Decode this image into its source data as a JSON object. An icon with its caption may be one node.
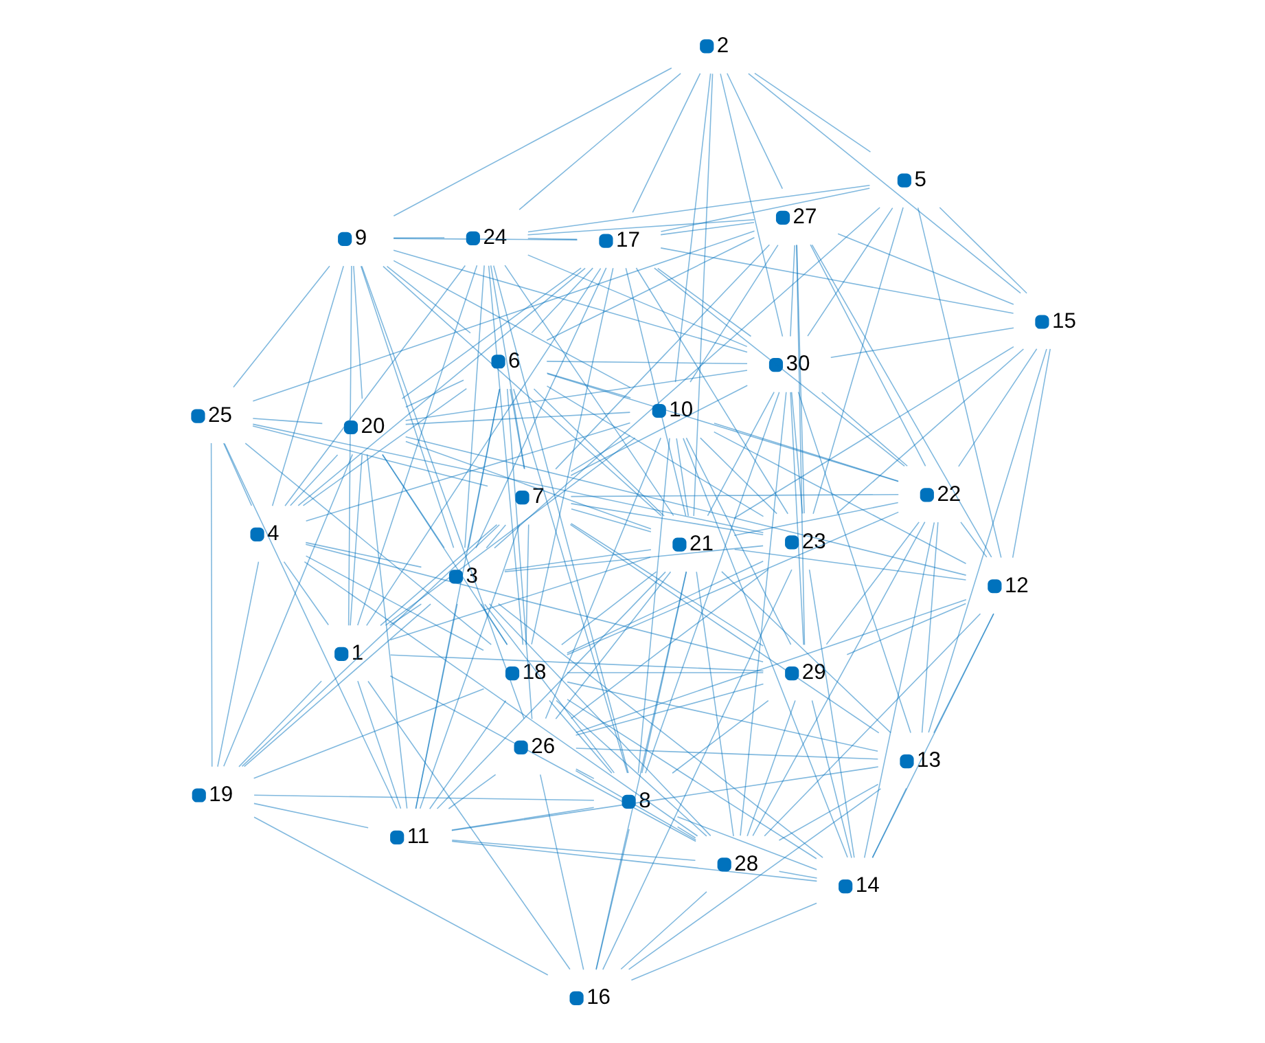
{
  "diagram": {
    "nodes": [
      {
        "text": [
          "1"
        ]
      },
      {
        "text": [
          "2"
        ]
      },
      {
        "text": [
          "3"
        ]
      },
      {
        "text": [
          "4"
        ]
      },
      {
        "text": [
          "5"
        ]
      },
      {
        "text": [
          "6"
        ]
      },
      {
        "text": [
          "7"
        ]
      },
      {
        "text": [
          "8"
        ]
      },
      {
        "text": [
          "9"
        ]
      },
      {
        "text": [
          "10"
        ]
      },
      {
        "text": [
          "11"
        ]
      },
      {
        "text": [
          "12"
        ]
      },
      {
        "text": [
          "13"
        ]
      },
      {
        "text": [
          "14"
        ]
      },
      {
        "text": [
          "15"
        ]
      },
      {
        "text": [
          "16"
        ]
      },
      {
        "text": [
          "17"
        ]
      },
      {
        "text": [
          "18"
        ]
      },
      {
        "text": [
          "19"
        ]
      },
      {
        "text": [
          "20"
        ]
      },
      {
        "text": [
          "21"
        ]
      },
      {
        "text": [
          "22"
        ]
      },
      {
        "text": [
          "23"
        ]
      },
      {
        "text": [
          "24"
        ]
      },
      {
        "text": [
          "25"
        ]
      },
      {
        "text": [
          "26"
        ]
      },
      {
        "text": [
          "27"
        ]
      },
      {
        "text": [
          "28"
        ]
      },
      {
        "text": [
          "29"
        ]
      },
      {
        "text": [
          "30"
        ]
      }
    ],
    "edges": [
      {
        "from": 12,
        "to": 21,
        "arrow": "none"
      },
      {
        "from": 12,
        "to": 11,
        "arrow": "none"
      },
      {
        "from": 12,
        "to": 14,
        "arrow": "none"
      },
      {
        "from": 12,
        "to": 13,
        "arrow": "none"
      },
      {
        "from": 12,
        "to": 15,
        "arrow": "none"
      },
      {
        "from": 12,
        "to": 27,
        "arrow": "none"
      },
      {
        "from": 12,
        "to": 10,
        "arrow": "none"
      },
      {
        "from": 12,
        "to": 6,
        "arrow": "none"
      },
      {
        "from": 12,
        "to": 20,
        "arrow": "none"
      },
      {
        "from": 12,
        "to": 29,
        "arrow": "none"
      },
      {
        "from": 12,
        "to": 17,
        "arrow": "none"
      },
      {
        "from": 12,
        "to": 25,
        "arrow": "none"
      },
      {
        "from": 21,
        "to": 11,
        "arrow": "none"
      },
      {
        "from": 21,
        "to": 14,
        "arrow": "none"
      },
      {
        "from": 21,
        "to": 28,
        "arrow": "none"
      },
      {
        "from": 21,
        "to": 9,
        "arrow": "none"
      },
      {
        "from": 21,
        "to": 26,
        "arrow": "none"
      },
      {
        "from": 21,
        "to": 20,
        "arrow": "none"
      },
      {
        "from": 21,
        "to": 6,
        "arrow": "none"
      },
      {
        "from": 21,
        "to": 5,
        "arrow": "none"
      },
      {
        "from": 21,
        "to": 17,
        "arrow": "none"
      },
      {
        "from": 21,
        "to": 16,
        "arrow": "none"
      },
      {
        "from": 21,
        "to": 13,
        "arrow": "none"
      },
      {
        "from": 21,
        "to": 27,
        "arrow": "none"
      },
      {
        "from": 21,
        "to": 29,
        "arrow": "none"
      },
      {
        "from": 11,
        "to": 14,
        "arrow": "none"
      },
      {
        "from": 11,
        "to": 9,
        "arrow": "none"
      },
      {
        "from": 11,
        "to": 20,
        "arrow": "none"
      },
      {
        "from": 11,
        "to": 19,
        "arrow": "none"
      },
      {
        "from": 11,
        "to": 25,
        "arrow": "none"
      },
      {
        "from": 11,
        "to": 27,
        "arrow": "none"
      },
      {
        "from": 11,
        "to": 13,
        "arrow": "none"
      },
      {
        "from": 11,
        "to": 26,
        "arrow": "none"
      },
      {
        "from": 11,
        "to": 4,
        "arrow": "none"
      },
      {
        "from": 11,
        "to": 28,
        "arrow": "none"
      },
      {
        "from": 14,
        "to": 1,
        "arrow": "none"
      },
      {
        "from": 14,
        "to": 4,
        "arrow": "none"
      },
      {
        "from": 14,
        "to": 26,
        "arrow": "none"
      },
      {
        "from": 14,
        "to": 20,
        "arrow": "none"
      },
      {
        "from": 14,
        "to": 22,
        "arrow": "none"
      },
      {
        "from": 14,
        "to": 29,
        "arrow": "none"
      },
      {
        "from": 14,
        "to": 16,
        "arrow": "none"
      },
      {
        "from": 28,
        "to": 13,
        "arrow": "none"
      },
      {
        "from": 28,
        "to": 25,
        "arrow": "none"
      },
      {
        "from": 28,
        "to": 27,
        "arrow": "none"
      },
      {
        "from": 28,
        "to": 6,
        "arrow": "none"
      },
      {
        "from": 28,
        "to": 17,
        "arrow": "none"
      },
      {
        "from": 28,
        "to": 3,
        "arrow": "none"
      },
      {
        "from": 28,
        "to": 9,
        "arrow": "none"
      },
      {
        "from": 28,
        "to": 0,
        "arrow": "none"
      },
      {
        "from": 28,
        "to": 26,
        "arrow": "none"
      },
      {
        "from": 28,
        "to": 29,
        "arrow": "none"
      },
      {
        "from": 28,
        "to": 7,
        "arrow": "none"
      },
      {
        "from": 13,
        "to": 9,
        "arrow": "none"
      },
      {
        "from": 13,
        "to": 22,
        "arrow": "none"
      },
      {
        "from": 13,
        "to": 15,
        "arrow": "none"
      },
      {
        "from": 13,
        "to": 27,
        "arrow": "none"
      },
      {
        "from": 13,
        "to": 10,
        "arrow": "none"
      },
      {
        "from": 13,
        "to": 17,
        "arrow": "none"
      },
      {
        "from": 13,
        "to": 7,
        "arrow": "none"
      },
      {
        "from": 13,
        "to": 2,
        "arrow": "none"
      },
      {
        "from": 15,
        "to": 25,
        "arrow": "none"
      },
      {
        "from": 15,
        "to": 22,
        "arrow": "none"
      },
      {
        "from": 15,
        "to": 27,
        "arrow": "none"
      },
      {
        "from": 15,
        "to": 18,
        "arrow": "none"
      },
      {
        "from": 15,
        "to": 7,
        "arrow": "none"
      },
      {
        "from": 15,
        "to": 0,
        "arrow": "none"
      },
      {
        "from": 15,
        "to": 20,
        "arrow": "none"
      },
      {
        "from": 25,
        "to": 27,
        "arrow": "none"
      },
      {
        "from": 25,
        "to": 22,
        "arrow": "none"
      },
      {
        "from": 25,
        "to": 9,
        "arrow": "none"
      },
      {
        "from": 25,
        "to": 7,
        "arrow": "none"
      },
      {
        "from": 25,
        "to": 10,
        "arrow": "none"
      },
      {
        "from": 25,
        "to": 5,
        "arrow": "none"
      },
      {
        "from": 25,
        "to": 8,
        "arrow": "none"
      },
      {
        "from": 25,
        "to": 20,
        "arrow": "none"
      },
      {
        "from": 22,
        "to": 6,
        "arrow": "none"
      },
      {
        "from": 22,
        "to": 5,
        "arrow": "none"
      },
      {
        "from": 22,
        "to": 2,
        "arrow": "none"
      },
      {
        "from": 22,
        "to": 24,
        "arrow": "none"
      },
      {
        "from": 22,
        "to": 17,
        "arrow": "none"
      },
      {
        "from": 22,
        "to": 29,
        "arrow": "none"
      },
      {
        "from": 22,
        "to": 4,
        "arrow": "none"
      },
      {
        "from": 22,
        "to": 9,
        "arrow": "none"
      },
      {
        "from": 22,
        "to": 26,
        "arrow": "none"
      },
      {
        "from": 22,
        "to": 16,
        "arrow": "none"
      },
      {
        "from": 9,
        "to": 20,
        "arrow": "none"
      },
      {
        "from": 9,
        "to": 19,
        "arrow": "none"
      },
      {
        "from": 9,
        "to": 6,
        "arrow": "none"
      },
      {
        "from": 9,
        "to": 5,
        "arrow": "none"
      },
      {
        "from": 9,
        "to": 0,
        "arrow": "none"
      },
      {
        "from": 9,
        "to": 8,
        "arrow": "none"
      },
      {
        "from": 9,
        "to": 7,
        "arrow": "none"
      },
      {
        "from": 9,
        "to": 26,
        "arrow": "none"
      },
      {
        "from": 9,
        "to": 1,
        "arrow": "none"
      },
      {
        "from": 9,
        "to": 3,
        "arrow": "none"
      },
      {
        "from": 26,
        "to": 1,
        "arrow": "none"
      },
      {
        "from": 26,
        "to": 29,
        "arrow": "none"
      },
      {
        "from": 26,
        "to": 16,
        "arrow": "none"
      },
      {
        "from": 26,
        "to": 23,
        "arrow": "none"
      },
      {
        "from": 26,
        "to": 6,
        "arrow": "none"
      },
      {
        "from": 26,
        "to": 5,
        "arrow": "none"
      },
      {
        "from": 26,
        "to": 24,
        "arrow": "none"
      },
      {
        "from": 1,
        "to": 29,
        "arrow": "none"
      },
      {
        "from": 1,
        "to": 4,
        "arrow": "none"
      },
      {
        "from": 1,
        "to": 16,
        "arrow": "none"
      },
      {
        "from": 1,
        "to": 23,
        "arrow": "none"
      },
      {
        "from": 1,
        "to": 20,
        "arrow": "none"
      },
      {
        "from": 1,
        "to": 8,
        "arrow": "none"
      },
      {
        "from": 27,
        "to": 10,
        "arrow": "none"
      },
      {
        "from": 27,
        "to": 17,
        "arrow": "none"
      },
      {
        "from": 27,
        "to": 3,
        "arrow": "none"
      },
      {
        "from": 27,
        "to": 2,
        "arrow": "none"
      },
      {
        "from": 27,
        "to": 0,
        "arrow": "none"
      },
      {
        "from": 27,
        "to": 20,
        "arrow": "none"
      },
      {
        "from": 27,
        "to": 29,
        "arrow": "none"
      },
      {
        "from": 27,
        "to": 7,
        "arrow": "none"
      },
      {
        "from": 20,
        "to": 6,
        "arrow": "none"
      },
      {
        "from": 20,
        "to": 5,
        "arrow": "none"
      },
      {
        "from": 20,
        "to": 0,
        "arrow": "none"
      },
      {
        "from": 20,
        "to": 19,
        "arrow": "none"
      },
      {
        "from": 20,
        "to": 8,
        "arrow": "none"
      },
      {
        "from": 20,
        "to": 16,
        "arrow": "none"
      },
      {
        "from": 20,
        "to": 23,
        "arrow": "none"
      },
      {
        "from": 20,
        "to": 29,
        "arrow": "none"
      },
      {
        "from": 20,
        "to": 2,
        "arrow": "none"
      },
      {
        "from": 20,
        "to": 17,
        "arrow": "none"
      },
      {
        "from": 20,
        "to": 10,
        "arrow": "none"
      },
      {
        "from": 20,
        "to": 7,
        "arrow": "none"
      },
      {
        "from": 29,
        "to": 6,
        "arrow": "none"
      },
      {
        "from": 29,
        "to": 5,
        "arrow": "none"
      },
      {
        "from": 29,
        "to": 16,
        "arrow": "none"
      },
      {
        "from": 29,
        "to": 4,
        "arrow": "none"
      },
      {
        "from": 29,
        "to": 19,
        "arrow": "none"
      },
      {
        "from": 29,
        "to": 23,
        "arrow": "none"
      },
      {
        "from": 29,
        "to": 7,
        "arrow": "none"
      },
      {
        "from": 29,
        "to": 8,
        "arrow": "none"
      },
      {
        "from": 6,
        "to": 5,
        "arrow": "none"
      },
      {
        "from": 6,
        "to": 2,
        "arrow": "none"
      },
      {
        "from": 6,
        "to": 17,
        "arrow": "none"
      },
      {
        "from": 6,
        "to": 24,
        "arrow": "none"
      },
      {
        "from": 6,
        "to": 0,
        "arrow": "none"
      },
      {
        "from": 6,
        "to": 10,
        "arrow": "none"
      },
      {
        "from": 6,
        "to": 18,
        "arrow": "none"
      },
      {
        "from": 6,
        "to": 23,
        "arrow": "none"
      },
      {
        "from": 5,
        "to": 7,
        "arrow": "none"
      },
      {
        "from": 5,
        "to": 3,
        "arrow": "none"
      },
      {
        "from": 5,
        "to": 2,
        "arrow": "none"
      },
      {
        "from": 5,
        "to": 16,
        "arrow": "none"
      },
      {
        "from": 5,
        "to": 10,
        "arrow": "none"
      },
      {
        "from": 5,
        "to": 19,
        "arrow": "none"
      },
      {
        "from": 5,
        "to": 8,
        "arrow": "none"
      },
      {
        "from": 7,
        "to": 10,
        "arrow": "none"
      },
      {
        "from": 7,
        "to": 2,
        "arrow": "none"
      },
      {
        "from": 7,
        "to": 18,
        "arrow": "none"
      },
      {
        "from": 7,
        "to": 17,
        "arrow": "none"
      },
      {
        "from": 7,
        "to": 23,
        "arrow": "none"
      },
      {
        "from": 0,
        "to": 16,
        "arrow": "none"
      },
      {
        "from": 0,
        "to": 23,
        "arrow": "none"
      },
      {
        "from": 0,
        "to": 19,
        "arrow": "none"
      },
      {
        "from": 0,
        "to": 8,
        "arrow": "none"
      },
      {
        "from": 0,
        "to": 2,
        "arrow": "none"
      },
      {
        "from": 0,
        "to": 3,
        "arrow": "none"
      },
      {
        "from": 0,
        "to": 18,
        "arrow": "none"
      },
      {
        "from": 0,
        "to": 10,
        "arrow": "none"
      },
      {
        "from": 10,
        "to": 2,
        "arrow": "none"
      },
      {
        "from": 10,
        "to": 17,
        "arrow": "none"
      },
      {
        "from": 10,
        "to": 24,
        "arrow": "none"
      },
      {
        "from": 10,
        "to": 19,
        "arrow": "none"
      },
      {
        "from": 10,
        "to": 18,
        "arrow": "none"
      },
      {
        "from": 2,
        "to": 3,
        "arrow": "none"
      },
      {
        "from": 2,
        "to": 8,
        "arrow": "none"
      },
      {
        "from": 2,
        "to": 19,
        "arrow": "none"
      },
      {
        "from": 2,
        "to": 23,
        "arrow": "none"
      },
      {
        "from": 2,
        "to": 18,
        "arrow": "none"
      },
      {
        "from": 2,
        "to": 17,
        "arrow": "none"
      },
      {
        "from": 2,
        "to": 16,
        "arrow": "none"
      },
      {
        "from": 2,
        "to": 4,
        "arrow": "none"
      },
      {
        "from": 17,
        "to": 18,
        "arrow": "none"
      },
      {
        "from": 17,
        "to": 24,
        "arrow": "none"
      },
      {
        "from": 17,
        "to": 3,
        "arrow": "none"
      },
      {
        "from": 17,
        "to": 19,
        "arrow": "none"
      },
      {
        "from": 17,
        "to": 16,
        "arrow": "none"
      },
      {
        "from": 17,
        "to": 23,
        "arrow": "none"
      },
      {
        "from": 18,
        "to": 24,
        "arrow": "none"
      },
      {
        "from": 18,
        "to": 3,
        "arrow": "none"
      },
      {
        "from": 18,
        "to": 19,
        "arrow": "none"
      },
      {
        "from": 3,
        "to": 8,
        "arrow": "none"
      },
      {
        "from": 3,
        "to": 24,
        "arrow": "none"
      },
      {
        "from": 3,
        "to": 19,
        "arrow": "none"
      },
      {
        "from": 3,
        "to": 16,
        "arrow": "none"
      },
      {
        "from": 3,
        "to": 23,
        "arrow": "none"
      },
      {
        "from": 24,
        "to": 8,
        "arrow": "none"
      },
      {
        "from": 24,
        "to": 19,
        "arrow": "none"
      },
      {
        "from": 8,
        "to": 23,
        "arrow": "none"
      },
      {
        "from": 8,
        "to": 16,
        "arrow": "none"
      },
      {
        "from": 8,
        "to": 19,
        "arrow": "none"
      },
      {
        "from": 19,
        "to": 16,
        "arrow": "none"
      },
      {
        "from": 16,
        "to": 4,
        "arrow": "none"
      },
      {
        "from": 16,
        "to": 23,
        "arrow": "none"
      },
      {
        "from": 23,
        "to": 4,
        "arrow": "none"
      }
    ]
  }
}
